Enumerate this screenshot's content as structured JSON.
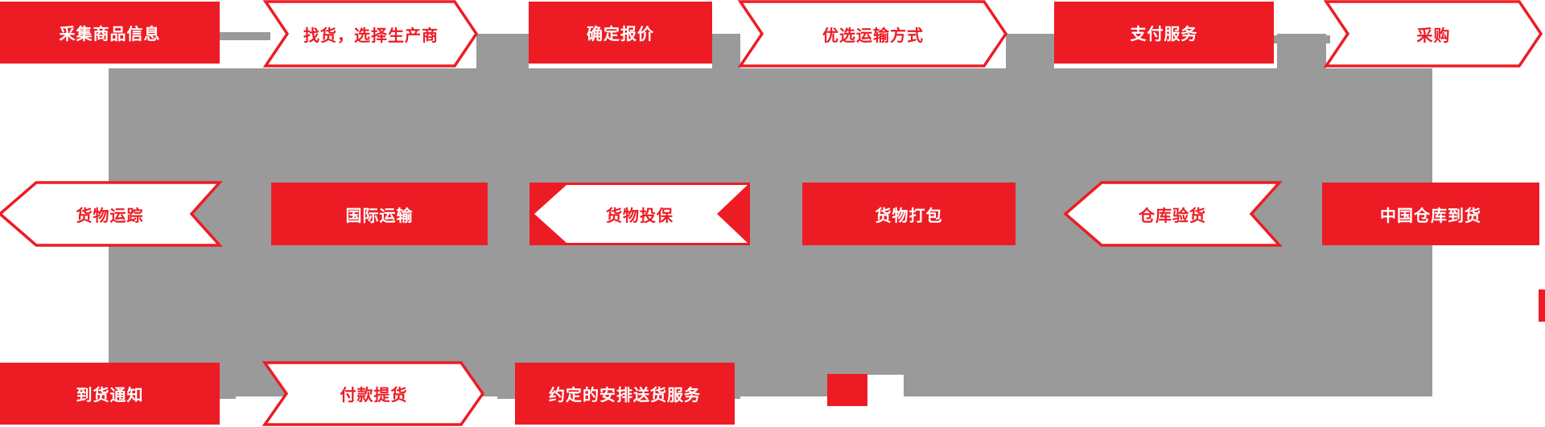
{
  "diagram": {
    "type": "process-flow",
    "colors": {
      "accent_red": "#ED1C24",
      "flow_gray": "#9A9A9A",
      "background": "#FFFFFF",
      "label_on_red": "#FFFFFF",
      "label_on_white": "#ED1C24"
    },
    "rows": {
      "top": {
        "direction": "left-to-right",
        "steps": [
          {
            "label": "采集商品信息",
            "shape": "red-box"
          },
          {
            "label": "找货，选择生产商",
            "shape": "white-arrow-right"
          },
          {
            "label": "确定报价",
            "shape": "red-box"
          },
          {
            "label": "优选运输方式",
            "shape": "white-arrow-right"
          },
          {
            "label": "支付服务",
            "shape": "red-box"
          },
          {
            "label": "采购",
            "shape": "white-arrow-right"
          }
        ]
      },
      "middle": {
        "direction": "right-to-left",
        "steps": [
          {
            "label": "货物运踪",
            "shape": "white-arrow-left"
          },
          {
            "label": "国际运输",
            "shape": "red-box"
          },
          {
            "label": "货物投保",
            "shape": "white-arrow-left-red-backed"
          },
          {
            "label": "货物打包",
            "shape": "red-box"
          },
          {
            "label": "仓库验货",
            "shape": "white-arrow-left"
          },
          {
            "label": "中国仓库到货",
            "shape": "red-box"
          }
        ]
      },
      "bottom": {
        "direction": "left-to-right",
        "steps": [
          {
            "label": "到货通知",
            "shape": "red-box"
          },
          {
            "label": "付款提货",
            "shape": "white-arrow-right"
          },
          {
            "label": "约定的安排送货服务",
            "shape": "red-box"
          },
          {
            "label": "",
            "shape": "small-red-square"
          }
        ]
      }
    }
  }
}
